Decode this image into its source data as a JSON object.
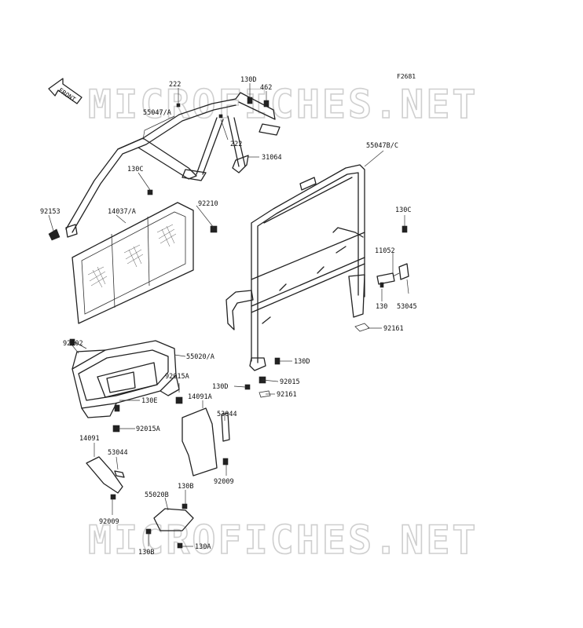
{
  "figure_code": "F2681",
  "watermark": "MICROFICHES.NET",
  "front_arrow_label": "FRONT",
  "parts": [
    {
      "id": "222-top",
      "label": "222"
    },
    {
      "id": "130d-top",
      "label": "130D"
    },
    {
      "id": "462",
      "label": "462"
    },
    {
      "id": "55047a",
      "label": "55047/A"
    },
    {
      "id": "222-mid",
      "label": "222"
    },
    {
      "id": "31064",
      "label": "31064"
    },
    {
      "id": "55047bc",
      "label": "55047B/C"
    },
    {
      "id": "130c-left",
      "label": "130C"
    },
    {
      "id": "92210",
      "label": "92210"
    },
    {
      "id": "92153",
      "label": "92153"
    },
    {
      "id": "14037a",
      "label": "14037/A"
    },
    {
      "id": "130c-right",
      "label": "130C"
    },
    {
      "id": "11052",
      "label": "11052"
    },
    {
      "id": "130",
      "label": "130"
    },
    {
      "id": "53045",
      "label": "53045"
    },
    {
      "id": "92161-right",
      "label": "92161"
    },
    {
      "id": "92002",
      "label": "92002"
    },
    {
      "id": "55020a",
      "label": "55020/A"
    },
    {
      "id": "130d-mid",
      "label": "130D"
    },
    {
      "id": "92015-right",
      "label": "92015"
    },
    {
      "id": "130d-low",
      "label": "130D"
    },
    {
      "id": "92161-low",
      "label": "92161"
    },
    {
      "id": "92015a-top",
      "label": "92015A"
    },
    {
      "id": "14091a",
      "label": "14091A"
    },
    {
      "id": "130e",
      "label": "130E"
    },
    {
      "id": "53044-right",
      "label": "53044"
    },
    {
      "id": "92015a-low",
      "label": "92015A"
    },
    {
      "id": "14091",
      "label": "14091"
    },
    {
      "id": "53044-left",
      "label": "53044"
    },
    {
      "id": "92009-right",
      "label": "92009"
    },
    {
      "id": "130b-top",
      "label": "130B"
    },
    {
      "id": "55020b",
      "label": "55020B"
    },
    {
      "id": "92009-left",
      "label": "92009"
    },
    {
      "id": "130b-low",
      "label": "130B"
    },
    {
      "id": "130a",
      "label": "130A"
    }
  ]
}
